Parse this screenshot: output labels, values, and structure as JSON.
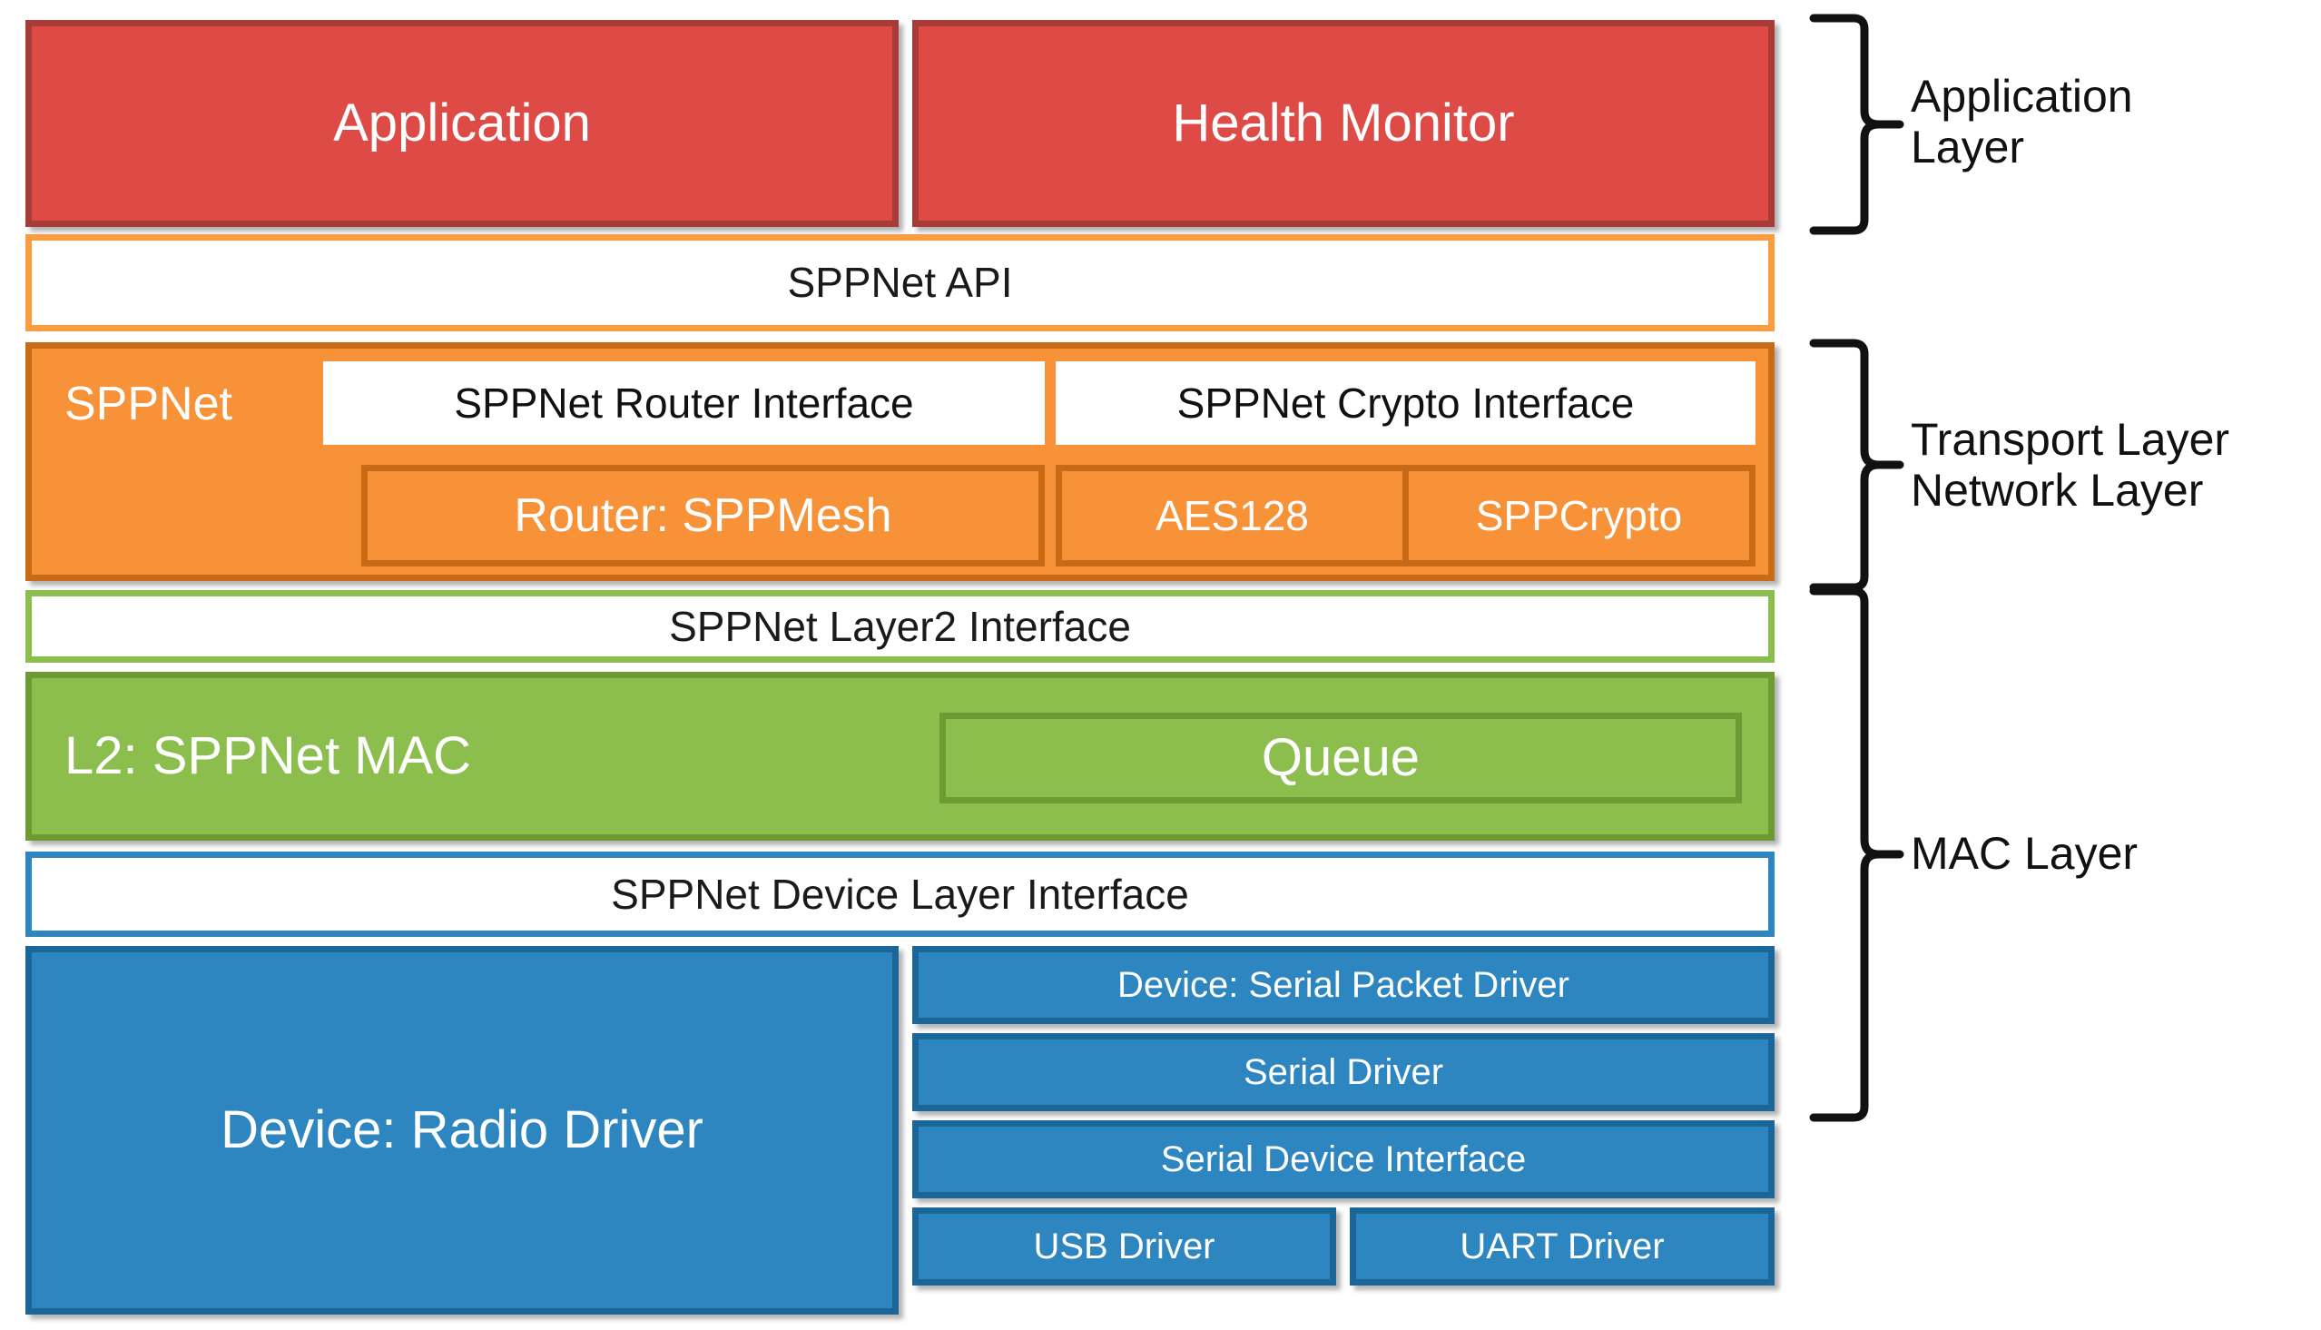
{
  "diagram": {
    "title": "SPPNet protocol stack architecture",
    "colors": {
      "application": "#DE4B47",
      "application_border": "#A83B38",
      "transport": "#F79239",
      "transport_border": "#C96A16",
      "mac": "#8CBE4E",
      "mac_border": "#6E9A34",
      "device": "#2E86C1",
      "device_border": "#1B6699",
      "interface_fill": "#FFFFFF",
      "bracket": "#111111"
    }
  },
  "layers": {
    "application": {
      "bracket_label": "Application\nLayer",
      "blocks": [
        {
          "label": "Application"
        },
        {
          "label": "Health Monitor"
        }
      ]
    },
    "api": {
      "label": "SPPNet API"
    },
    "transport": {
      "bracket_label": "Transport Layer\nNetwork Layer",
      "container_label": "SPPNet",
      "interfaces": [
        {
          "label": "SPPNet Router Interface"
        },
        {
          "label": "SPPNet Crypto Interface"
        }
      ],
      "modules": [
        {
          "label": "Router: SPPMesh"
        },
        {
          "label": "AES128"
        },
        {
          "label": "SPPCrypto"
        }
      ]
    },
    "mac": {
      "bracket_label": "MAC Layer",
      "layer2_interface": {
        "label": "SPPNet Layer2 Interface"
      },
      "mac_block": {
        "label": "L2: SPPNet MAC"
      },
      "queue_block": {
        "label": "Queue"
      },
      "device_layer_interface": {
        "label": "SPPNet Device Layer Interface"
      }
    },
    "device": {
      "radio_driver": {
        "label": "Device: Radio Driver"
      },
      "serial_stack": [
        {
          "label": "Device: Serial Packet Driver"
        },
        {
          "label": "Serial Driver"
        },
        {
          "label": "Serial Device Interface"
        }
      ],
      "low_drivers": [
        {
          "label": "USB Driver"
        },
        {
          "label": "UART Driver"
        }
      ]
    }
  }
}
